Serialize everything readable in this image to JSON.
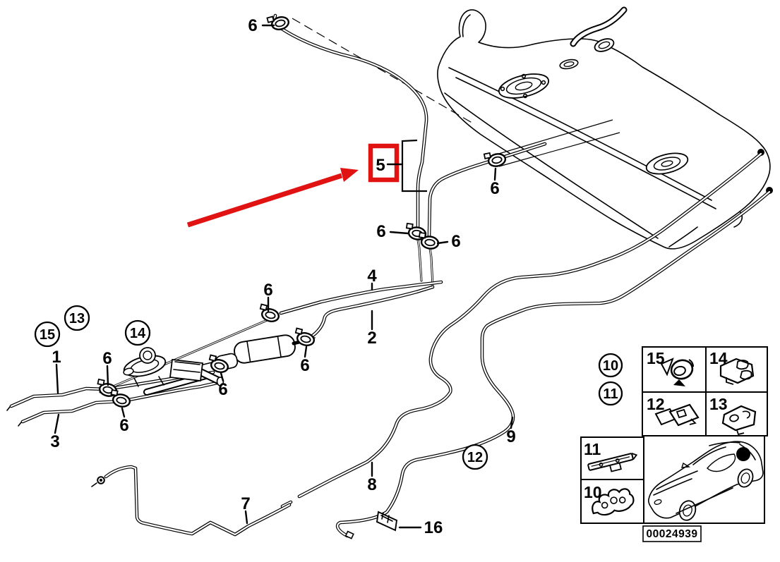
{
  "colors": {
    "highlight": "#e01212",
    "ink": "#000000",
    "paper": "#ffffff"
  },
  "callouts": {
    "part_1": "1",
    "part_2": "2",
    "part_3": "3",
    "part_4": "4",
    "part_5": "5",
    "clamp_6": "6",
    "part_7": "7",
    "part_8": "8",
    "part_9": "9",
    "part_16": "16"
  },
  "circled_callouts": {
    "clip_10": "10",
    "clip_11": "11",
    "clip_12": "12",
    "clip_13": "13",
    "clip_14": "14",
    "clip_15": "15"
  },
  "legend": {
    "cell_top_left": "15",
    "cell_top_right": "14",
    "cell_bottom_left": "12",
    "cell_bottom_right": "13",
    "side_cell_top": "11",
    "side_cell_bottom": "10",
    "part_number": "00024939"
  }
}
